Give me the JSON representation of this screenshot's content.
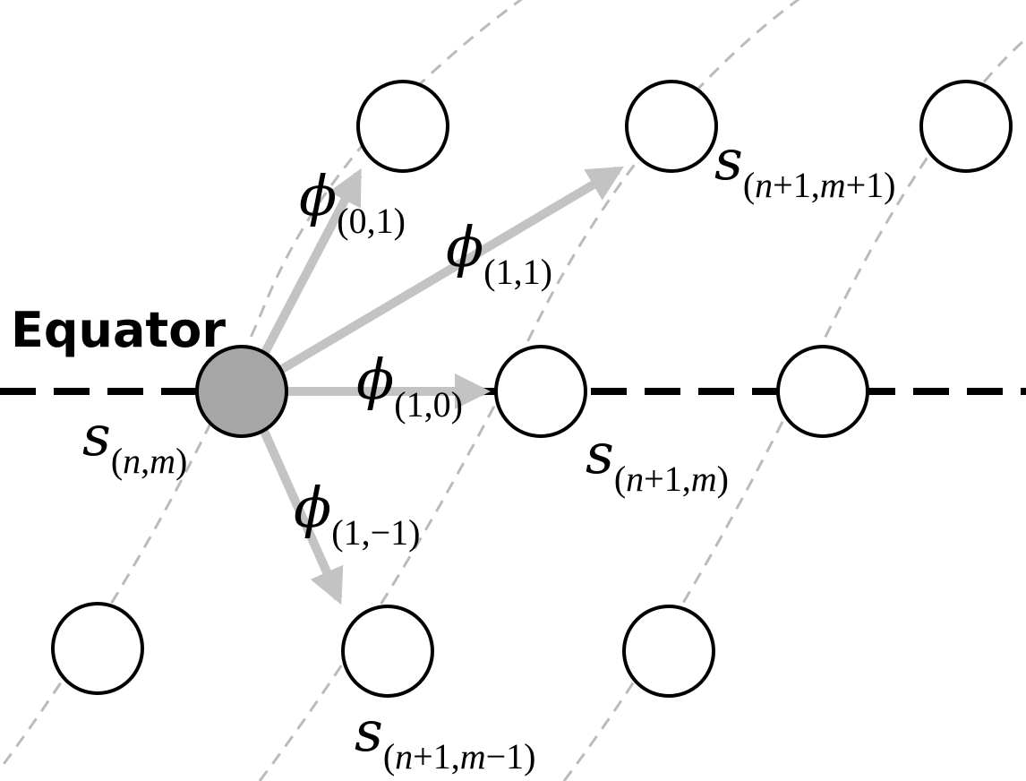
{
  "diagram": {
    "equator_label": "Equator",
    "colors": {
      "equator_line": "#000000",
      "guide_lines": "#bbbbbb",
      "arrow": "#c3c3c3",
      "node_fill": "#ffffff",
      "node_stroke": "#000000",
      "active_node_fill": "#a6a6a6"
    },
    "nodes": [
      {
        "id": "s-n-m",
        "active": true
      },
      {
        "id": "s-n+1-m+1"
      },
      {
        "id": "s-n+1-m"
      },
      {
        "id": "s-n+1-m-1"
      },
      {
        "id": "top-left"
      },
      {
        "id": "top-right"
      },
      {
        "id": "mid-right"
      },
      {
        "id": "bottom-left"
      },
      {
        "id": "bottom-right"
      }
    ],
    "state_labels": {
      "s_n_m": {
        "main": "s",
        "open": "(",
        "a": "n",
        "sep": ",",
        "b": "m",
        "close": ")"
      },
      "s_n1_m1": {
        "main": "s",
        "open": "(",
        "a": "n",
        "plus": "+1,",
        "b": "m",
        "plus2": "+1)"
      },
      "s_n1_m": {
        "main": "s",
        "open": "(",
        "a": "n",
        "plus": "+1,",
        "b": "m",
        "close": ")"
      },
      "s_n1_mm1": {
        "main": "s",
        "open": "(",
        "a": "n",
        "plus": "+1,",
        "b": "m",
        "minus": "−1)"
      }
    },
    "arrow_labels": {
      "phi_0_1": {
        "main": "ϕ",
        "sub": "(0,1)"
      },
      "phi_1_1": {
        "main": "ϕ",
        "sub": "(1,1)"
      },
      "phi_1_0": {
        "main": "ϕ",
        "sub": "(1,0)"
      },
      "phi_1_m1": {
        "main": "ϕ",
        "sub": "(1,−1)"
      }
    }
  }
}
